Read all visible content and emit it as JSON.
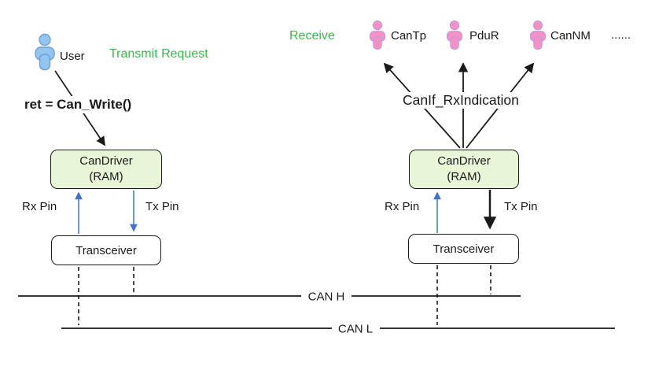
{
  "colors": {
    "black": "#1a1a1a",
    "green_text": "#3cb54c",
    "blue_arrow": "#4472c4",
    "box_fill": "#e8f6d7",
    "box_border": "#1a1a1a",
    "person_blue_fill": "#92c5f0",
    "person_blue_stroke": "#6e9fd6",
    "person_pink_fill": "#f492c8",
    "person_pink_stroke": "#b69ee2"
  },
  "transmit": {
    "user_label": "User",
    "flow_label": "Transmit Request",
    "call_label": "ret = Can_Write()",
    "driver": {
      "line1": "CanDriver",
      "line2": "(RAM)"
    },
    "rx_pin": "Rx Pin",
    "tx_pin": "Tx Pin",
    "transceiver_label": "Transceiver"
  },
  "receive": {
    "flow_label": "Receive",
    "modules": [
      {
        "label": "CanTp"
      },
      {
        "label": "PduR"
      },
      {
        "label": "CanNM"
      }
    ],
    "ellipsis": "......",
    "callback_label": "CanIf_RxIndication",
    "driver": {
      "line1": "CanDriver",
      "line2": "(RAM)"
    },
    "rx_pin": "Rx Pin",
    "tx_pin": "Tx Pin",
    "transceiver_label": "Transceiver"
  },
  "bus": {
    "can_h_label": "CAN H",
    "can_l_label": "CAN L"
  }
}
